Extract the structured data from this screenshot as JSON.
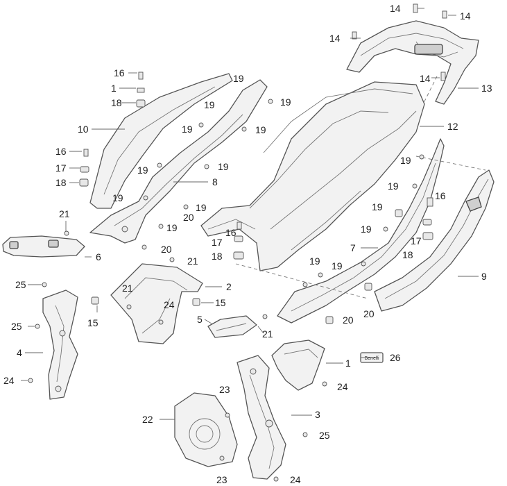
{
  "title": "",
  "callouts": [
    "1",
    "2",
    "3",
    "4",
    "5",
    "6",
    "7",
    "8",
    "9",
    "10",
    "12",
    "13",
    "14",
    "15",
    "16",
    "17",
    "18",
    "19",
    "20",
    "21",
    "22",
    "23",
    "24",
    "25",
    "26"
  ],
  "label_tag": "Benelli"
}
